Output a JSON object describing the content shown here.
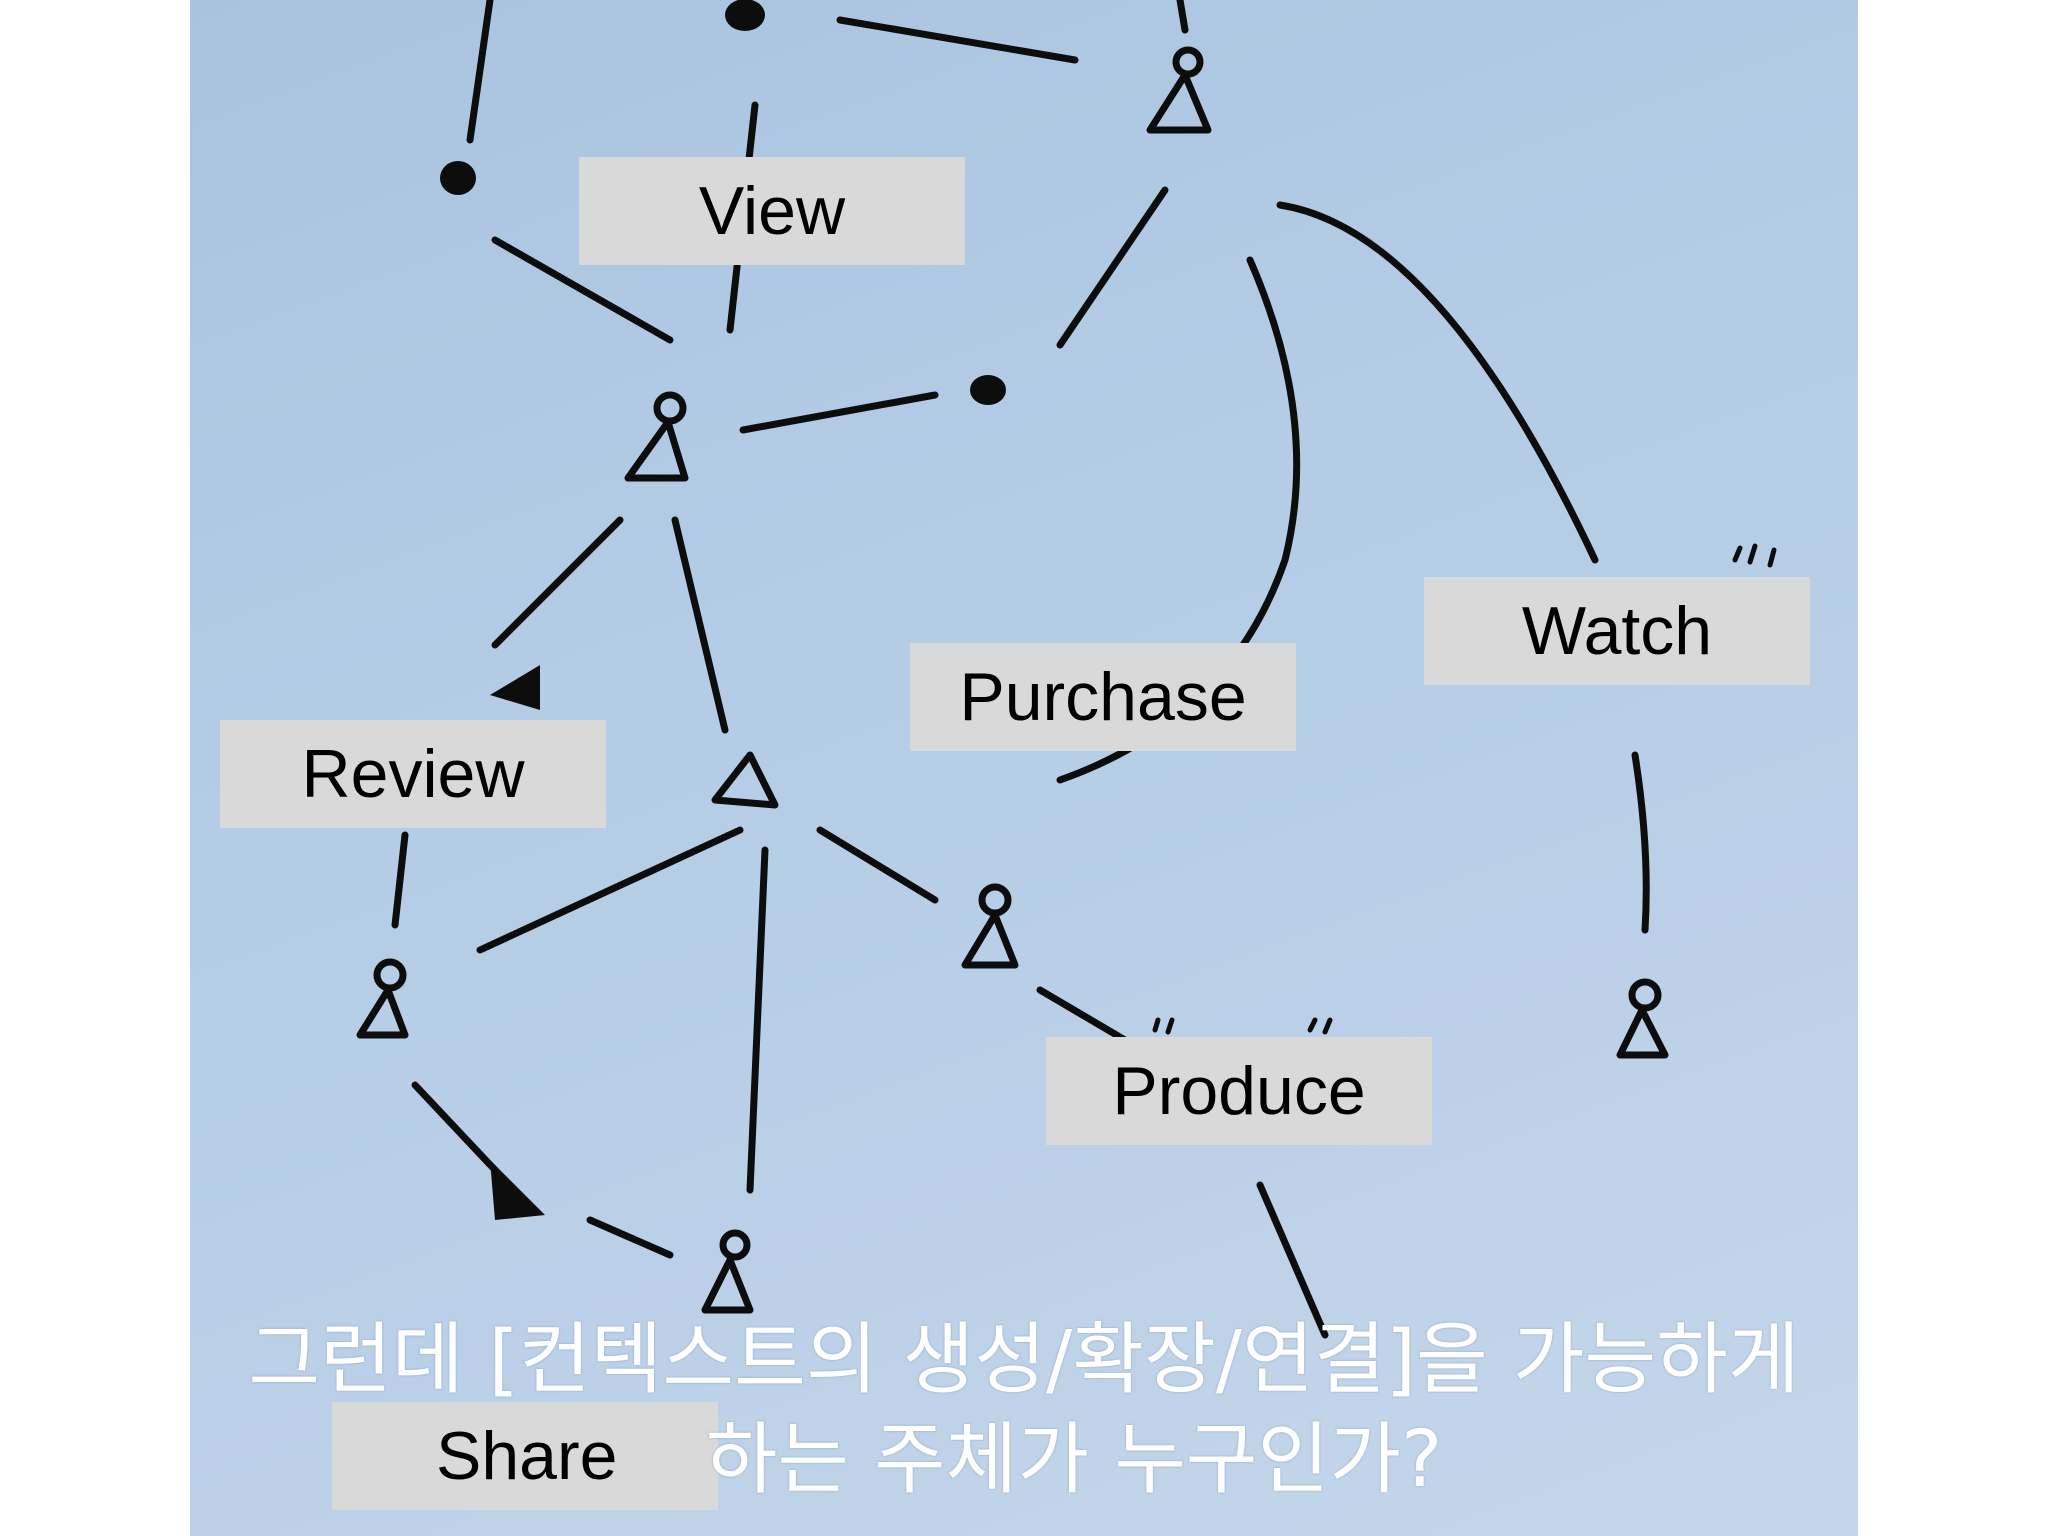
{
  "diagram": {
    "labels": {
      "view": "View",
      "review": "Review",
      "purchase": "Purchase",
      "watch": "Watch",
      "produce": "Produce",
      "share": "Share"
    }
  },
  "caption": {
    "line1": "그런데 [컨텍스트의 생성/확장/연결]을 가능하게",
    "line2": "하는 주체가 누구인가?"
  },
  "colors": {
    "paper": "#b3cbe5",
    "ink": "#0d0d0d",
    "label_box": "#d9d9d9",
    "caption_text": "#ffffff"
  }
}
